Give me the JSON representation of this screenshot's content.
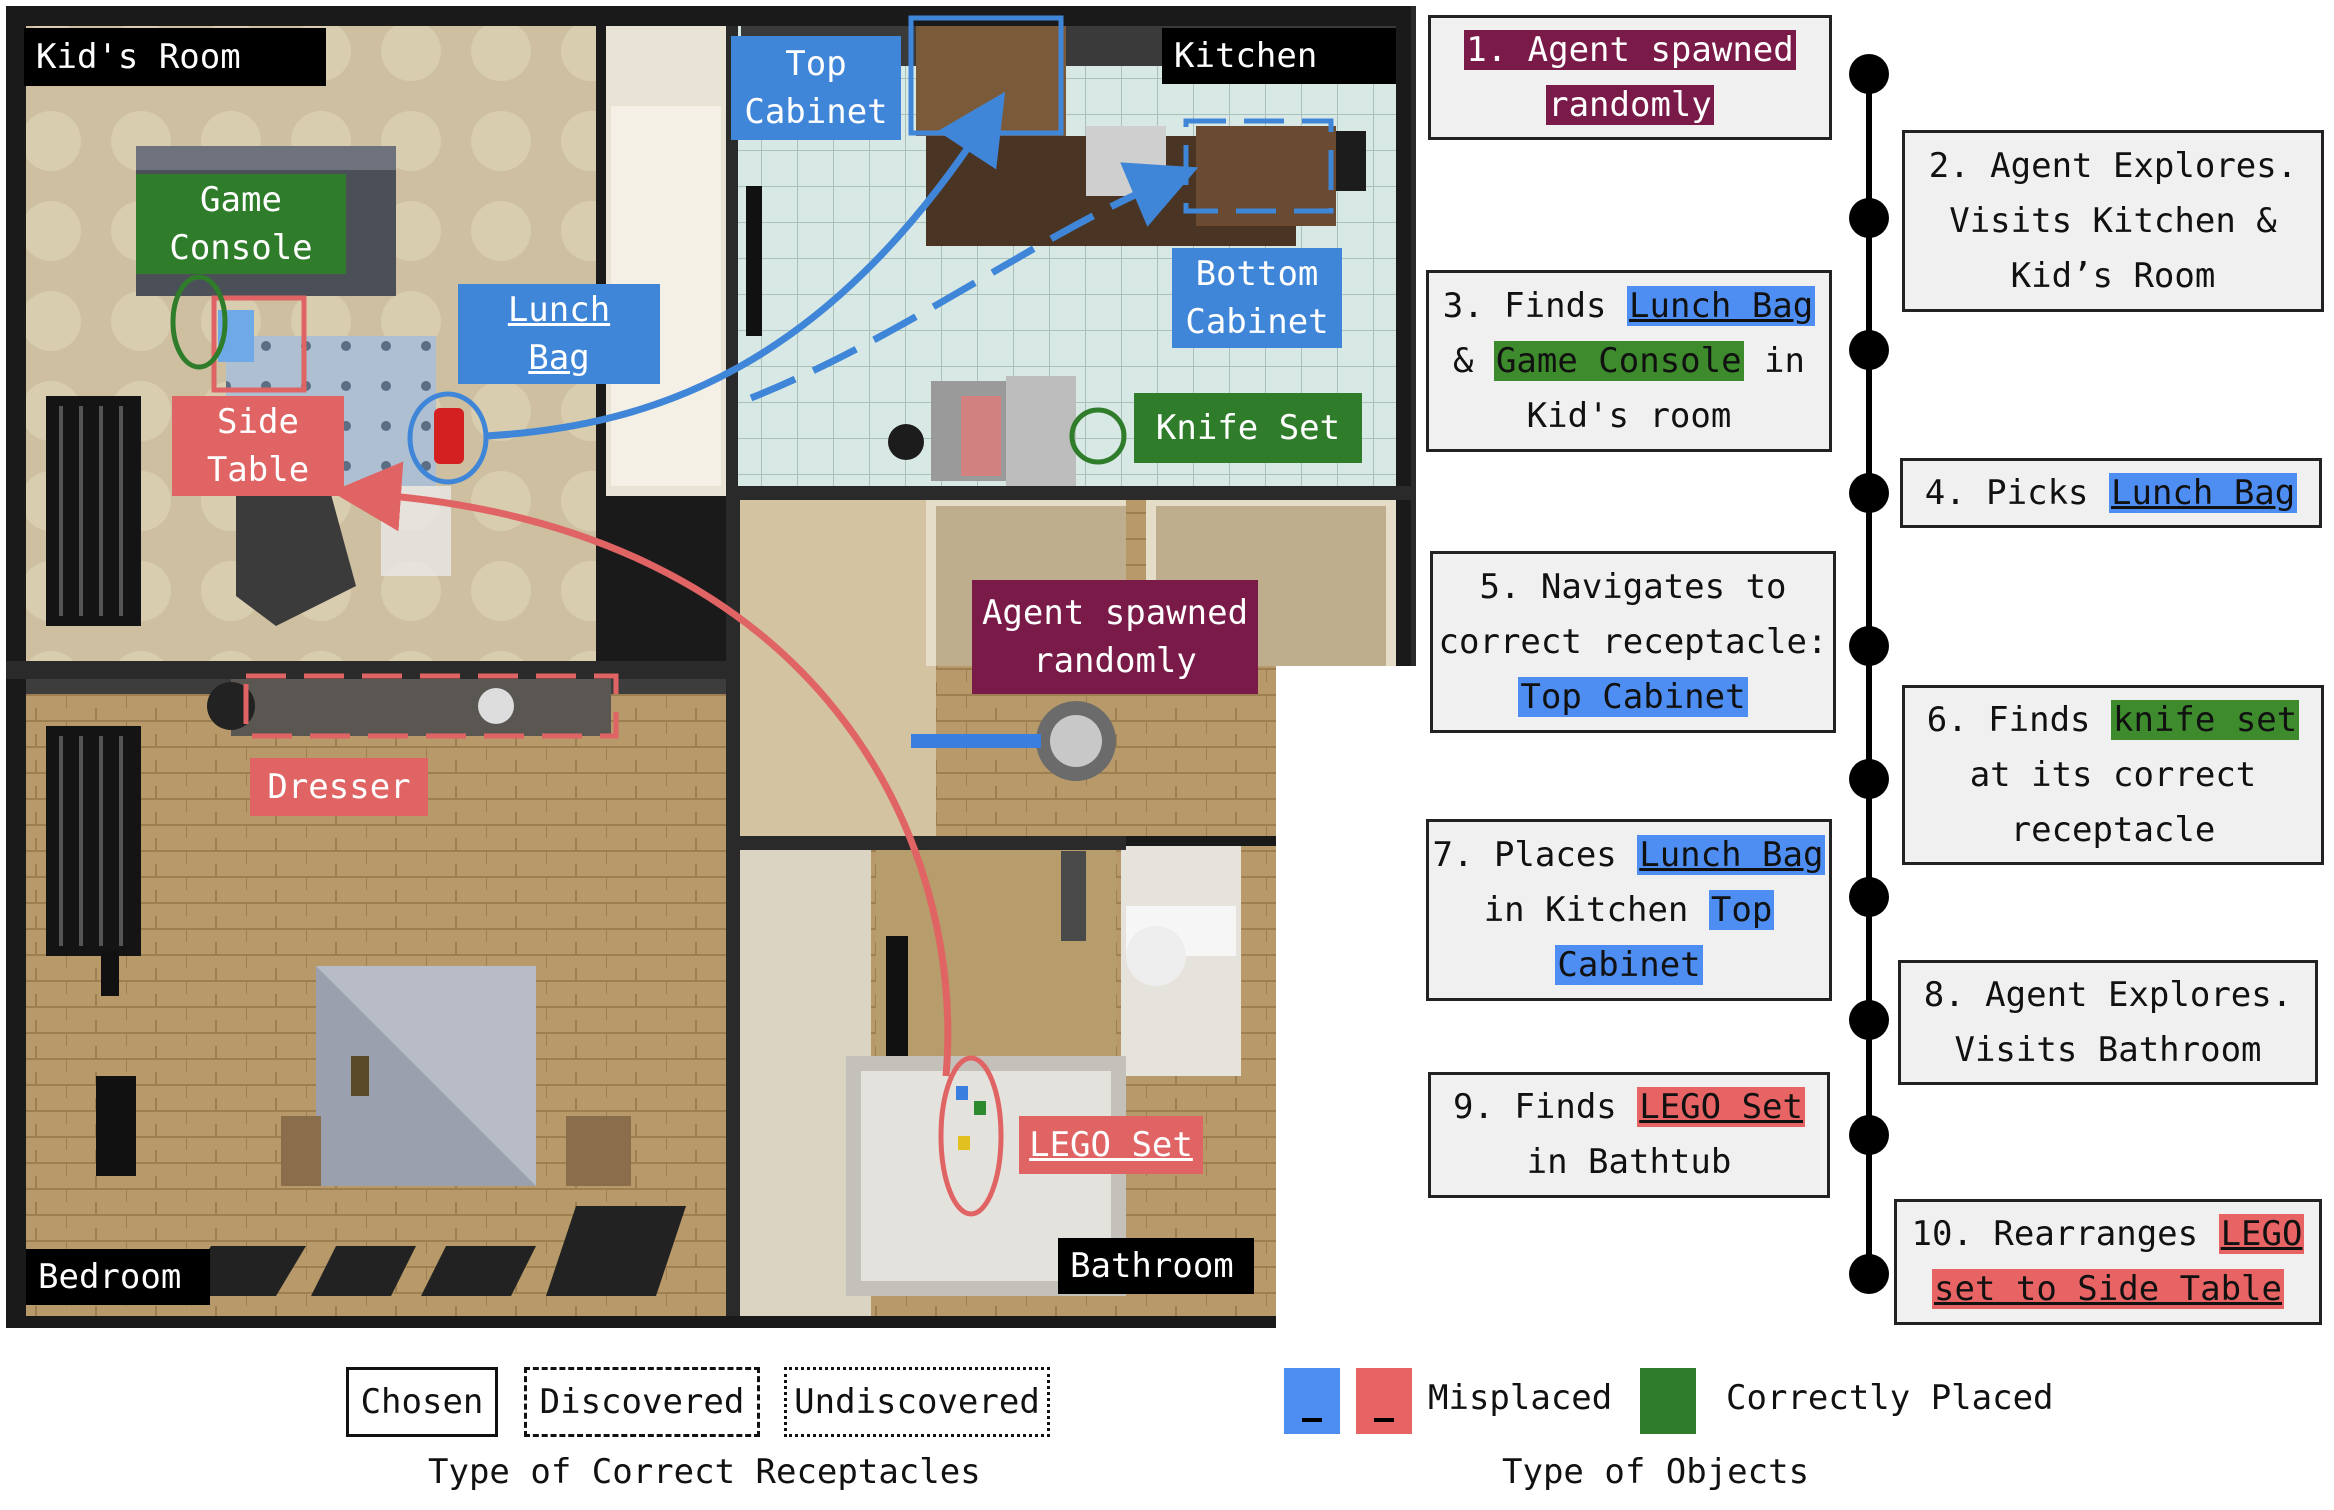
{
  "colors": {
    "misplaced_blue": "#4e8ef2",
    "misplaced_red": "#e86464",
    "correctly_placed_green": "#2f7d2b",
    "spawn_maroon": "#7a1a48"
  },
  "rooms": {
    "kids_room": "Kid's Room",
    "kitchen": "Kitchen",
    "bedroom": "Bedroom",
    "bathroom": "Bathroom"
  },
  "objects": {
    "top_cabinet": "Top\nCabinet",
    "bottom_cabinet": "Bottom\nCabinet",
    "game_console": "Game\nConsole",
    "lunch_bag": "Lunch\nBag",
    "side_table": "Side\nTable",
    "knife_set": "Knife Set",
    "agent_spawned": "Agent spawned\nrandomly",
    "dresser": "Dresser",
    "lego_set": "LEGO Set"
  },
  "steps": [
    {
      "parts": [
        {
          "t": "1. Agent spawned",
          "c": "maroon"
        },
        {
          "br": true
        },
        {
          "t": "randomly",
          "c": "maroon"
        }
      ]
    },
    {
      "parts": [
        {
          "t": "2. Agent Explores."
        },
        {
          "br": true
        },
        {
          "t": "Visits Kitchen &"
        },
        {
          "br": true
        },
        {
          "t": "Kid’s Room"
        }
      ]
    },
    {
      "parts": [
        {
          "t": "3. Finds "
        },
        {
          "t": "Lunch Bag",
          "c": "blue",
          "u": true
        },
        {
          "br": true
        },
        {
          "t": "& "
        },
        {
          "t": "Game Console",
          "c": "green"
        },
        {
          "t": " in"
        },
        {
          "br": true
        },
        {
          "t": "Kid's room"
        }
      ]
    },
    {
      "parts": [
        {
          "t": "4. Picks "
        },
        {
          "t": "Lunch Bag",
          "c": "blue",
          "u": true
        }
      ]
    },
    {
      "parts": [
        {
          "t": "5. Navigates to"
        },
        {
          "br": true
        },
        {
          "t": "correct receptacle:"
        },
        {
          "br": true
        },
        {
          "t": "Top Cabinet",
          "c": "blue"
        }
      ]
    },
    {
      "parts": [
        {
          "t": "6. Finds "
        },
        {
          "t": "knife set",
          "c": "green"
        },
        {
          "br": true
        },
        {
          "t": "at its correct"
        },
        {
          "br": true
        },
        {
          "t": "receptacle"
        }
      ]
    },
    {
      "parts": [
        {
          "t": "7. Places "
        },
        {
          "t": "Lunch Bag",
          "c": "blue",
          "u": true
        },
        {
          "br": true
        },
        {
          "t": "in Kitchen "
        },
        {
          "t": "Top",
          "c": "blue"
        },
        {
          "br": true
        },
        {
          "t": "Cabinet",
          "c": "blue"
        }
      ]
    },
    {
      "parts": [
        {
          "t": "8. Agent Explores."
        },
        {
          "br": true
        },
        {
          "t": "Visits Bathroom"
        }
      ]
    },
    {
      "parts": [
        {
          "t": "9. Finds "
        },
        {
          "t": "LEGO Set",
          "c": "red",
          "u": true
        },
        {
          "br": true
        },
        {
          "t": "in Bathtub"
        }
      ]
    },
    {
      "parts": [
        {
          "t": "10. Rearranges "
        },
        {
          "t": "LEGO",
          "c": "red",
          "u": true
        },
        {
          "br": true
        },
        {
          "t": "set to Side Table",
          "c": "red",
          "u": true
        }
      ]
    }
  ],
  "legend": {
    "receptacles": {
      "chosen": "Chosen",
      "discovered": "Discovered",
      "undiscovered": "Undiscovered",
      "caption": "Type of Correct Receptacles"
    },
    "objects": {
      "misplaced": "Misplaced",
      "correctly_placed": "Correctly Placed",
      "caption": "Type of Objects"
    }
  }
}
